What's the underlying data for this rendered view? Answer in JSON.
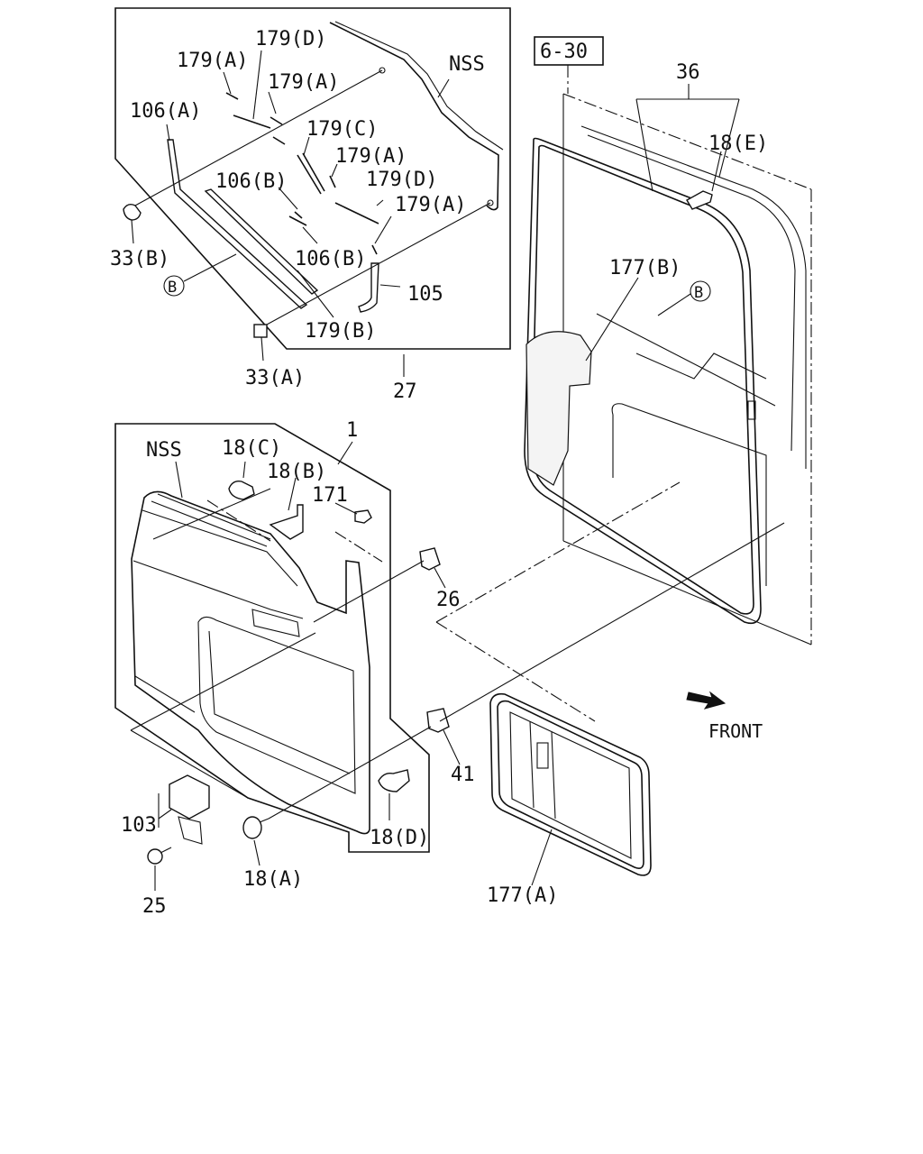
{
  "labels": {
    "p179D_top": "179(D)",
    "p179A_1": "179(A)",
    "p179A_2": "179(A)",
    "nss_top": "NSS",
    "p106A": "106(A)",
    "p179C": "179(C)",
    "p179A_3": "179(A)",
    "p106B_1": "106(B)",
    "p179D_2": "179(D)",
    "p179A_4": "179(A)",
    "p33B": "33(B)",
    "p106B_2": "106(B)",
    "p105": "105",
    "callout_B_1": "B",
    "p179B": "179(B)",
    "p33A": "33(A)",
    "p27": "27",
    "ref_6_30": "6-30",
    "p36": "36",
    "p18E": "18(E)",
    "p177B": "177(B)",
    "callout_B_2": "B",
    "nss_mid": "NSS",
    "p18C": "18(C)",
    "p18B": "18(B)",
    "p1": "1",
    "p171": "171",
    "p26": "26",
    "p41": "41",
    "p103": "103",
    "p18D": "18(D)",
    "p25": "25",
    "p18A": "18(A)",
    "p177A": "177(A)",
    "front": "FRONT"
  }
}
